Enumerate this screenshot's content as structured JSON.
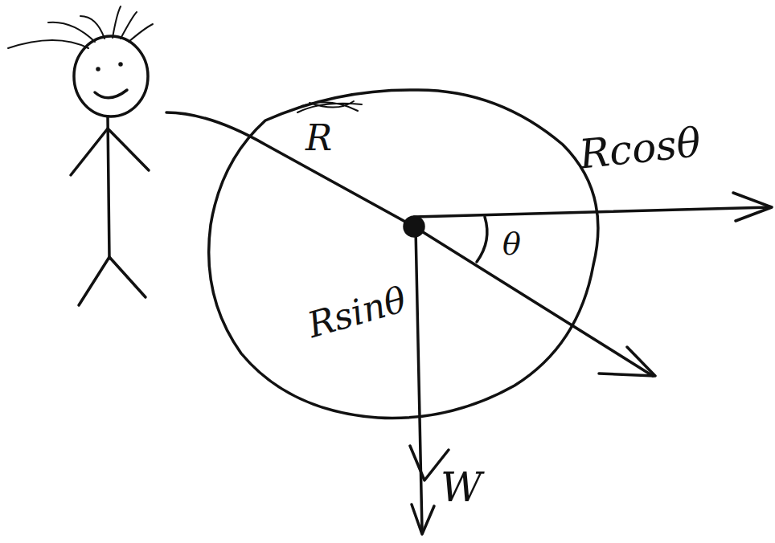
{
  "diagram": {
    "labels": [
      "R",
      "Rcosθ",
      "θ",
      "Rsinθ",
      "W"
    ]
  }
}
